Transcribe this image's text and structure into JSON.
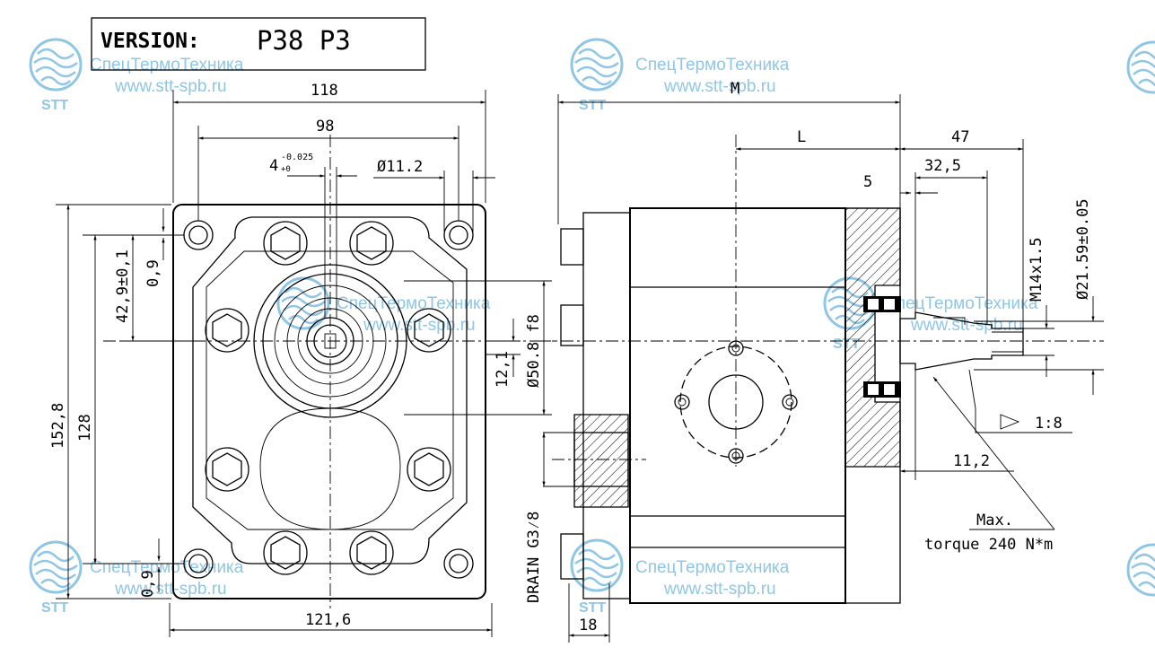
{
  "version_box": {
    "label": "VERSION:",
    "value": "P38 P3"
  },
  "watermark": {
    "company": "СпецТермоТехника",
    "url": "www.stt-spb.ru",
    "logo": "STT",
    "color": "#8fc6e6"
  },
  "front_view": {
    "dim_width_outer": "118",
    "dim_width_bolt": "98",
    "dim_key": "4",
    "dim_key_tol_upper": "-0.025",
    "dim_key_tol_lower": "+0",
    "dim_hole": "Ø11.2",
    "dim_height_outer": "152,8",
    "dim_height_bolt": "128",
    "dim_offset": "42,9±0,1",
    "dim_gap_top": "0,9",
    "dim_gap_bottom": "0,9",
    "dim_shaft_height": "12,1",
    "dim_pilot": "Ø50.8 f8",
    "dim_base_width": "121,6"
  },
  "side_view": {
    "dim_M": "M",
    "dim_L": "L",
    "dim_47": "47",
    "dim_32_5": "32,5",
    "dim_5": "5",
    "dim_thread": "M14x1.5",
    "dim_shaft_dia": "Ø21.59±0.05",
    "taper": "1:8",
    "dim_11_2": "11,2",
    "torque_title": "Max.",
    "torque_value": "torque 240 N*m",
    "drain_label": "DRAIN G3⁄8",
    "dim_18": "18"
  }
}
